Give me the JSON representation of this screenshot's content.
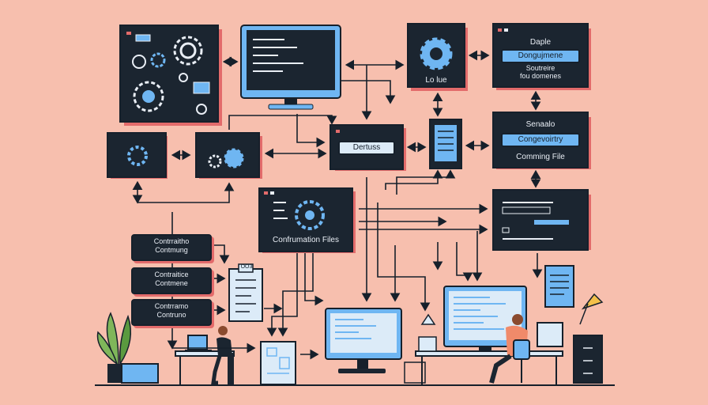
{
  "nodes": {
    "top_right_title": "Daple",
    "top_right_pill": "Dongujmene",
    "top_right_sub1": "Soutreire",
    "top_right_sub2": "fou domenes",
    "top_gear_caption": "Lo lue",
    "center_pill": "Dertuss",
    "mid_right_title": "Senaalo",
    "mid_right_pill": "Congevoirtry",
    "mid_right_caption": "Comming File",
    "config_caption": "Confrumation Files"
  },
  "side_labels": [
    {
      "line1": "Contrraitho",
      "line2": "Contmung"
    },
    {
      "line1": "Contraitice",
      "line2": "Contmene"
    },
    {
      "line1": "Contrramo",
      "line2": "Contruno"
    }
  ],
  "doc_tag": "OO3",
  "colors": {
    "background": "#f7bfae",
    "panel": "#1b2530",
    "accent_blue": "#6fb6f2",
    "shadow_red": "#e36b6b",
    "line": "#16202b"
  }
}
